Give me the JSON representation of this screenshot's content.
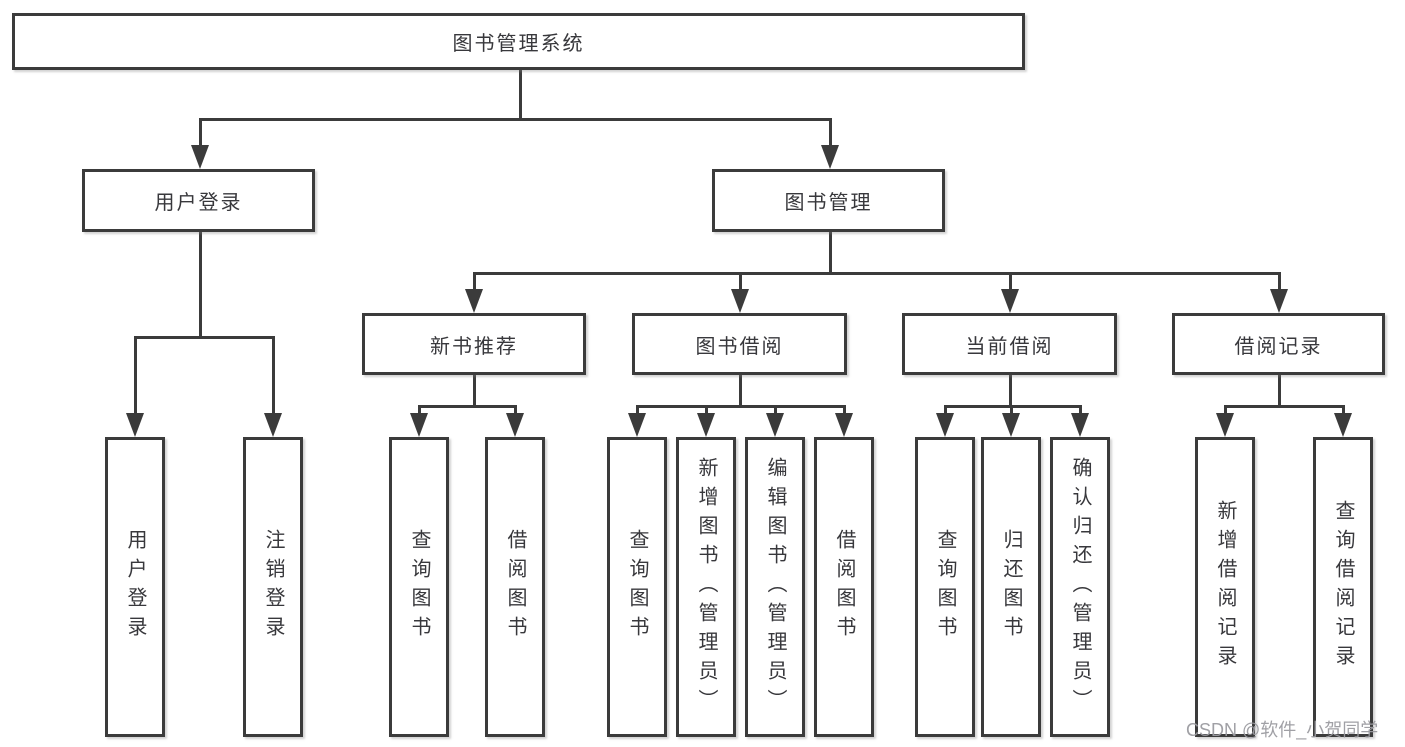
{
  "nodes": {
    "root": "图书管理系统",
    "user_login": "用户登录",
    "book_mgmt": "图书管理",
    "new_books": "新书推荐",
    "book_borrow": "图书借阅",
    "current_borrow": "当前借阅",
    "borrow_records": "借阅记录",
    "leaf_user_login": "用户登录",
    "leaf_logout": "注销登录",
    "leaf_nb_query": "查询图书",
    "leaf_nb_borrow": "借阅图书",
    "leaf_bb_query": "查询图书",
    "leaf_bb_add": "新增图书（管理员）",
    "leaf_bb_edit": "编辑图书（管理员）",
    "leaf_bb_borrow": "借阅图书",
    "leaf_cb_query": "查询图书",
    "leaf_cb_return": "归还图书",
    "leaf_cb_confirm": "确认归还（管理员）",
    "leaf_br_add": "新增借阅记录",
    "leaf_br_query": "查询借阅记录"
  },
  "watermark": "CSDN @软件_小贺同学",
  "colors": {
    "line": "#3b3b3b",
    "text": "#38383c",
    "box_background": "#ffffff",
    "watermark": "#9b9ba0",
    "background": "#ffffff"
  }
}
